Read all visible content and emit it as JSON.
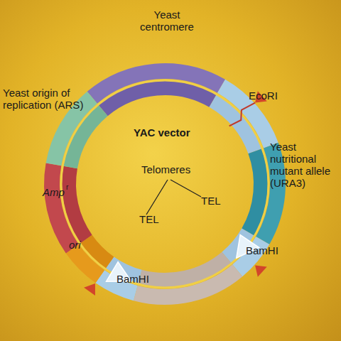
{
  "diagram": {
    "labels": [
      "Yeast centromere",
      "EcoRI",
      "Yeast origin of replication (ARS)",
      "YAC vector",
      "Telomeres",
      "Yeast nutritional mutant allele (URA3)",
      "Amp",
      "r",
      "TEL",
      "TEL",
      "ori",
      "BamHI",
      "BamHI"
    ]
  }
}
